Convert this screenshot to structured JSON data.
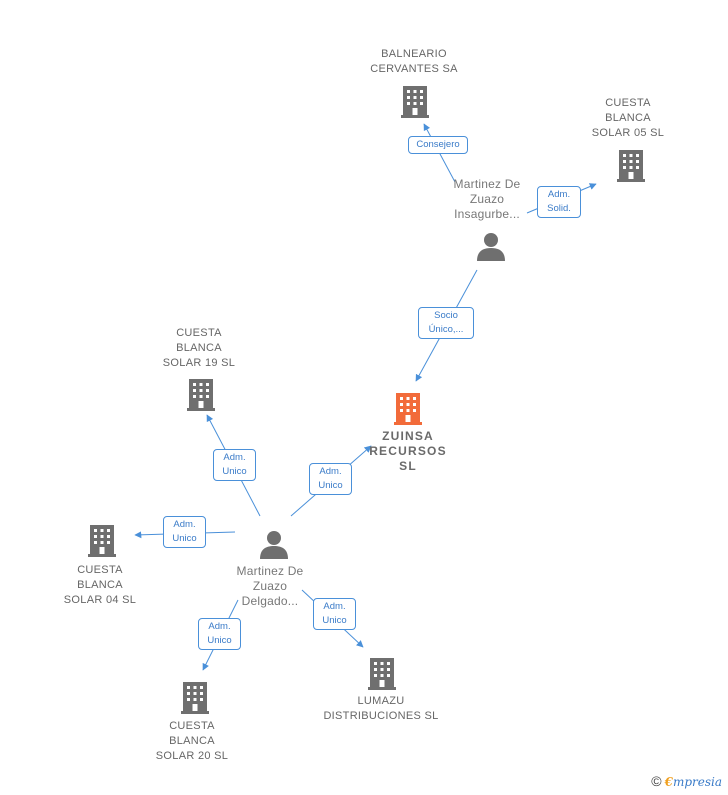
{
  "nodes": {
    "balneario": {
      "lines": [
        "BALNEARIO",
        "CERVANTES SA"
      ]
    },
    "cb05": {
      "lines": [
        "CUESTA",
        "BLANCA",
        "SOLAR 05 SL"
      ]
    },
    "insagurbe": {
      "lines": [
        "Martinez De",
        "Zuazo",
        "Insagurbe..."
      ]
    },
    "zuinsa": {
      "lines": [
        "ZUINSA",
        "RECURSOS",
        "SL"
      ]
    },
    "cb19": {
      "lines": [
        "CUESTA",
        "BLANCA",
        "SOLAR 19 SL"
      ]
    },
    "cb04": {
      "lines": [
        "CUESTA",
        "BLANCA",
        "SOLAR 04 SL"
      ]
    },
    "delgado": {
      "lines": [
        "Martinez De",
        "Zuazo",
        "Delgado..."
      ]
    },
    "cb20": {
      "lines": [
        "CUESTA",
        "BLANCA",
        "SOLAR 20 SL"
      ]
    },
    "lumazu": {
      "lines": [
        "LUMAZU",
        "DISTRIBUCIONES SL"
      ]
    }
  },
  "edges": {
    "consejero": {
      "lines": [
        "Consejero"
      ]
    },
    "adm_solid": {
      "lines": [
        "Adm.",
        "Solid."
      ]
    },
    "socio_unico": {
      "lines": [
        "Socio",
        "Único,..."
      ]
    },
    "adm_cb19": {
      "lines": [
        "Adm.",
        "Unico"
      ]
    },
    "adm_zuinsa": {
      "lines": [
        "Adm.",
        "Unico"
      ]
    },
    "adm_cb04": {
      "lines": [
        "Adm.",
        "Unico"
      ]
    },
    "adm_cb20": {
      "lines": [
        "Adm.",
        "Unico"
      ]
    },
    "adm_lumazu": {
      "lines": [
        "Adm.",
        "Unico"
      ]
    }
  },
  "colors": {
    "company": "#6f6f6f",
    "main_company": "#f26b3a",
    "person": "#6f6f6f",
    "edge": "#4a90d9"
  },
  "footer": {
    "copyright": "©",
    "brand_first": "€",
    "brand_rest": "mpresia"
  }
}
